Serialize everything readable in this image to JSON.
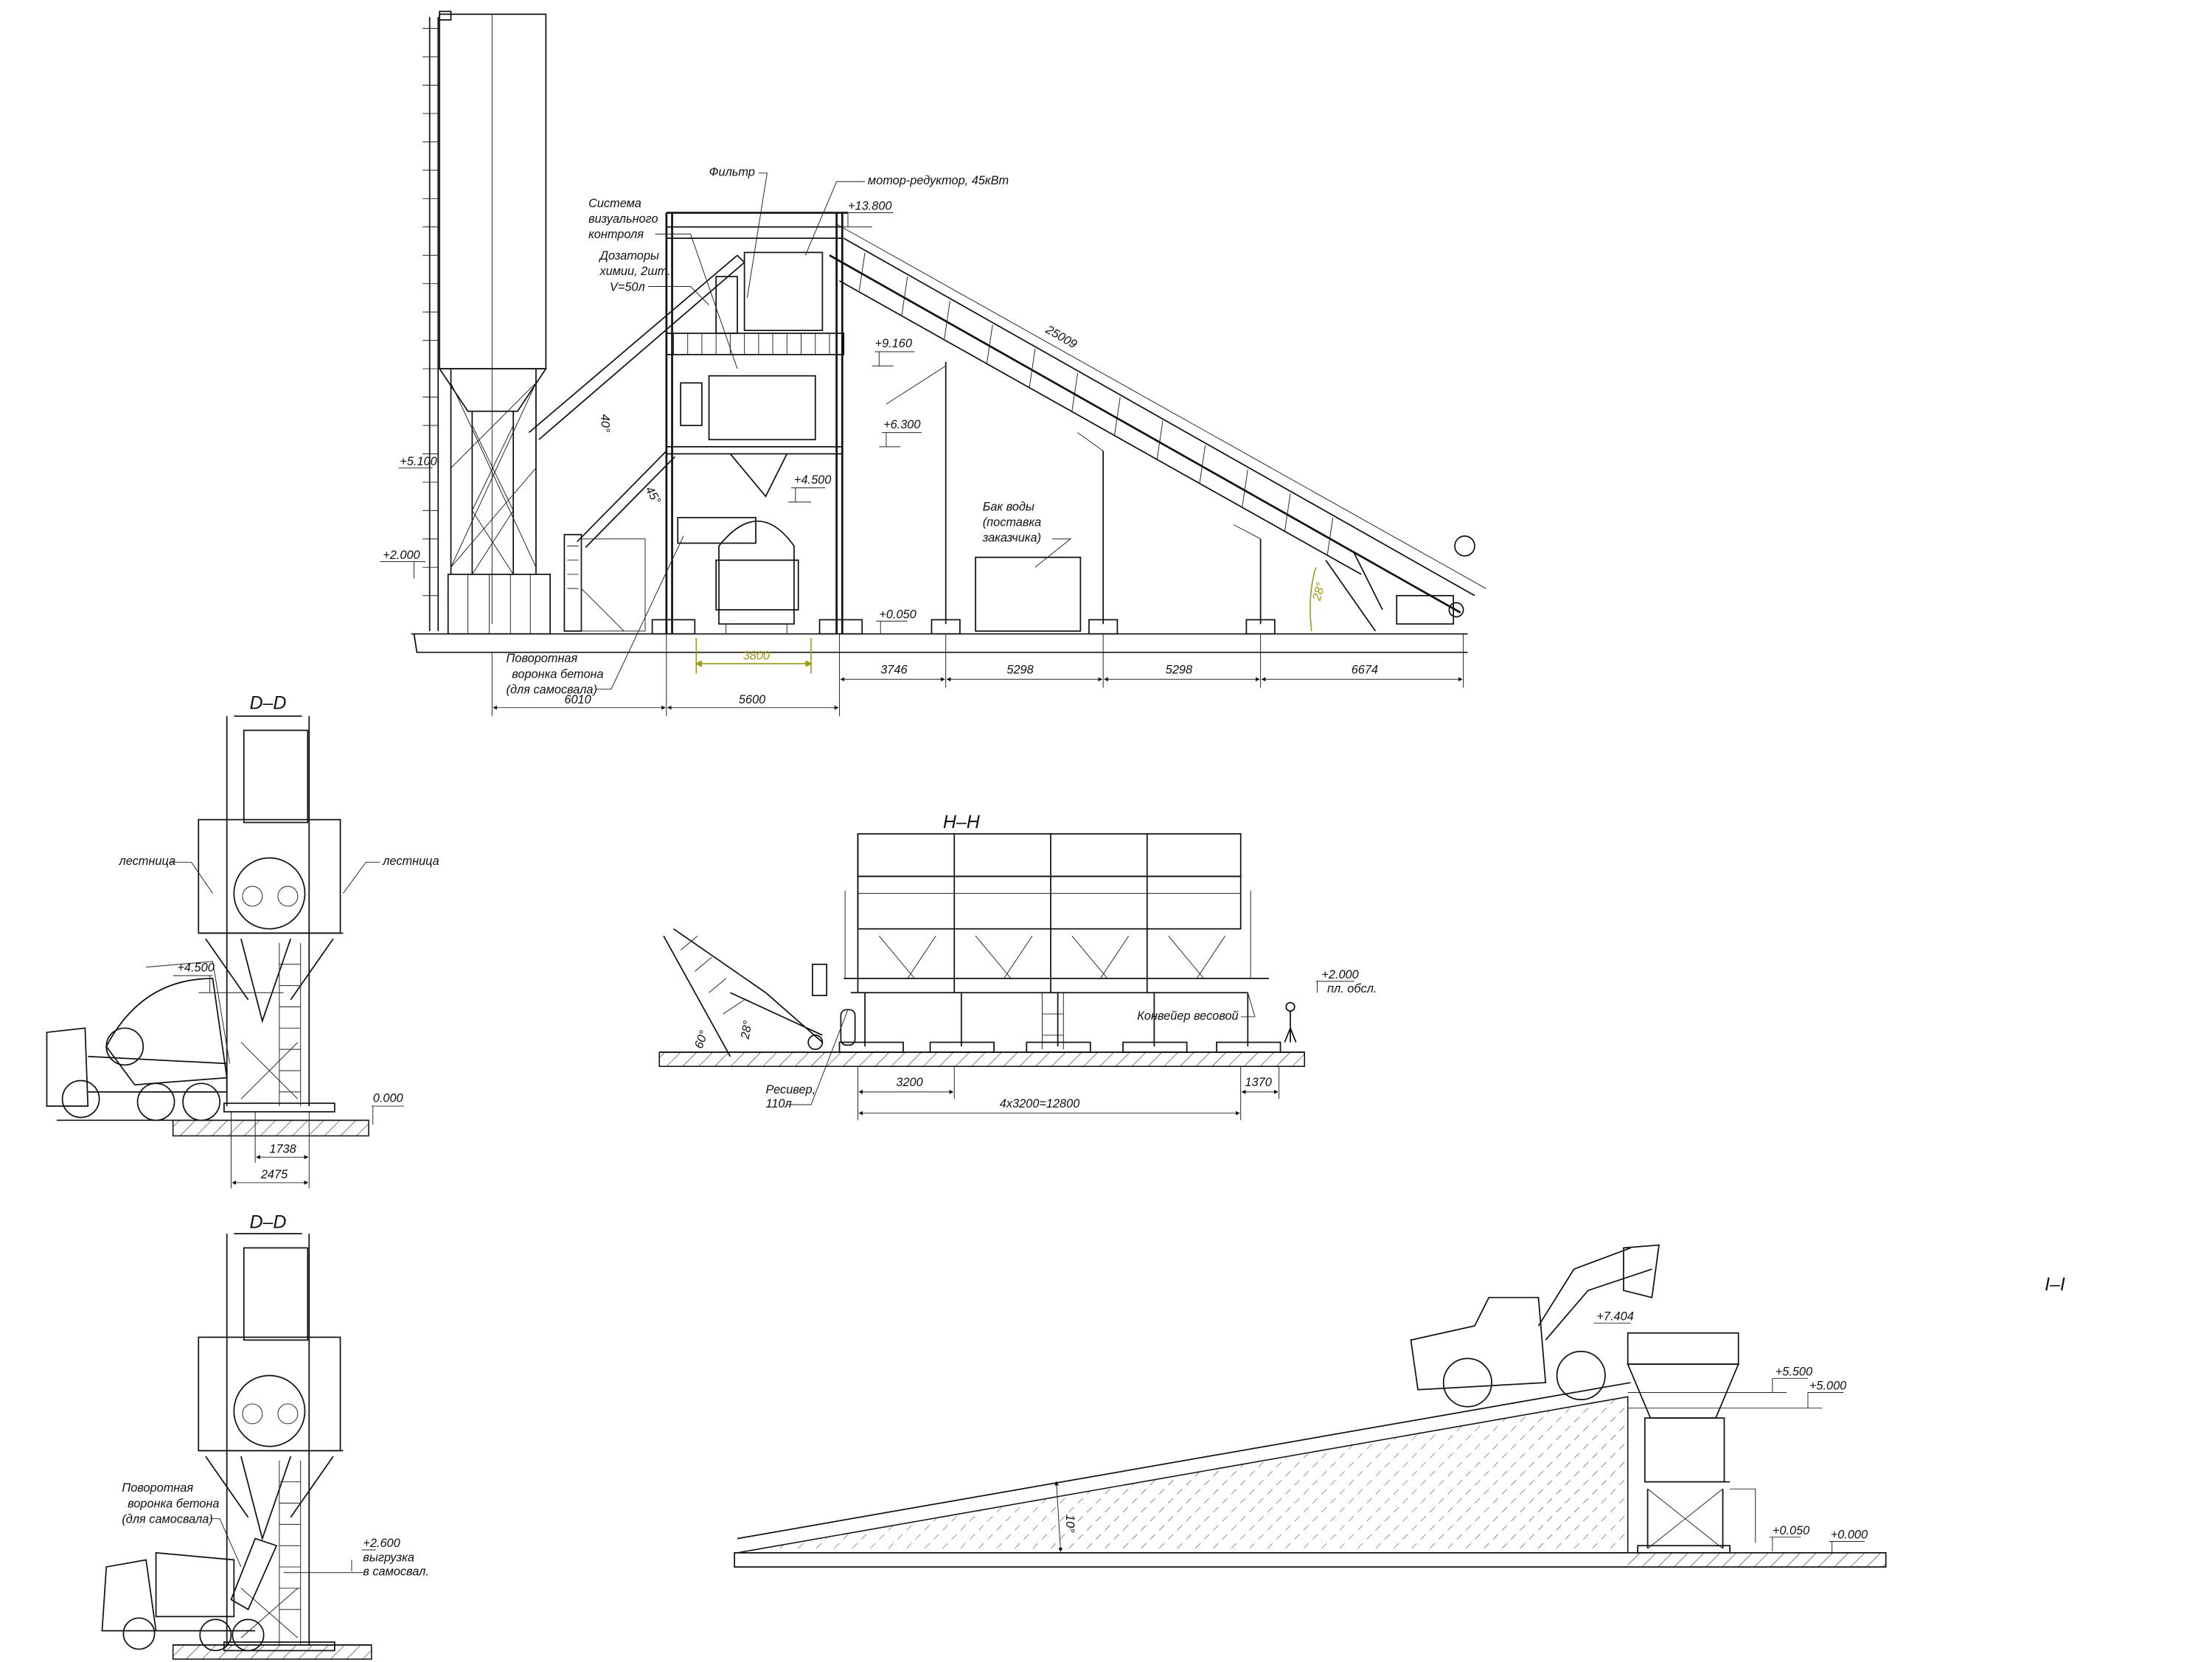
{
  "main_view": {
    "labels": {
      "filter": "Фильтр",
      "motor": "мотор-редуктор, 45кВт",
      "vision_1": "Система",
      "vision_2": "визуального",
      "vision_3": "контроля",
      "dosers_1": "Дозаторы",
      "dosers_2": "химии, 2шт.",
      "dosers_3": "V=50л",
      "tank_1": "Бак воды",
      "tank_2": "(поставка",
      "tank_3": "заказчика)",
      "chute_1": "Поворотная",
      "chute_2": "воронка бетона",
      "chute_3": "(для самосвала)"
    },
    "elevations": {
      "e13800": "+13.800",
      "e9160": "+9.160",
      "e6300": "+6.300",
      "e4500": "+4.500",
      "e0050": "+0.050",
      "e5100": "+5.100",
      "e2000": "+2.000"
    },
    "angles": {
      "screw": "40°",
      "screw2": "45°",
      "conveyor": "28°"
    },
    "dimensions": {
      "conveyor_len": "25009",
      "d3800": "3800",
      "d6010": "6010",
      "d5600": "5600",
      "d3746": "3746",
      "d5298a": "5298",
      "d5298b": "5298",
      "d6674": "6674"
    }
  },
  "section_dd_1": {
    "title": "D–D",
    "ladder_left": "лестница",
    "ladder_right": "лестница",
    "e4500": "+4.500",
    "e0000": "0.000",
    "d1738": "1738",
    "d2475": "2475"
  },
  "section_dd_2": {
    "title": "D–D",
    "chute_1": "Поворотная",
    "chute_2": "воронка бетона",
    "chute_3": "(для самосвала)",
    "e2600": "+2.600",
    "unload_1": "выгрузка",
    "unload_2": "в самосвал."
  },
  "section_hh": {
    "title": "H–H",
    "receiver_1": "Ресивер,",
    "receiver_2": "110л",
    "weigh_conveyor": "Конвейер весовой",
    "e2000": "+2.000",
    "platform": "пл. обсл.",
    "a60": "60°",
    "a28": "28°",
    "d3200": "3200",
    "d12800": "4x3200=12800",
    "d1370": "1370"
  },
  "section_ii": {
    "title": "I–I",
    "e7404": "+7.404",
    "e5500": "+5.500",
    "e5000": "+5.000",
    "e0050": "+0.050",
    "e0000": "+0.000",
    "ramp_angle": "10°"
  },
  "colors": {
    "line": "#111111",
    "highlight": "#9a9a10",
    "background": "#ffffff"
  }
}
